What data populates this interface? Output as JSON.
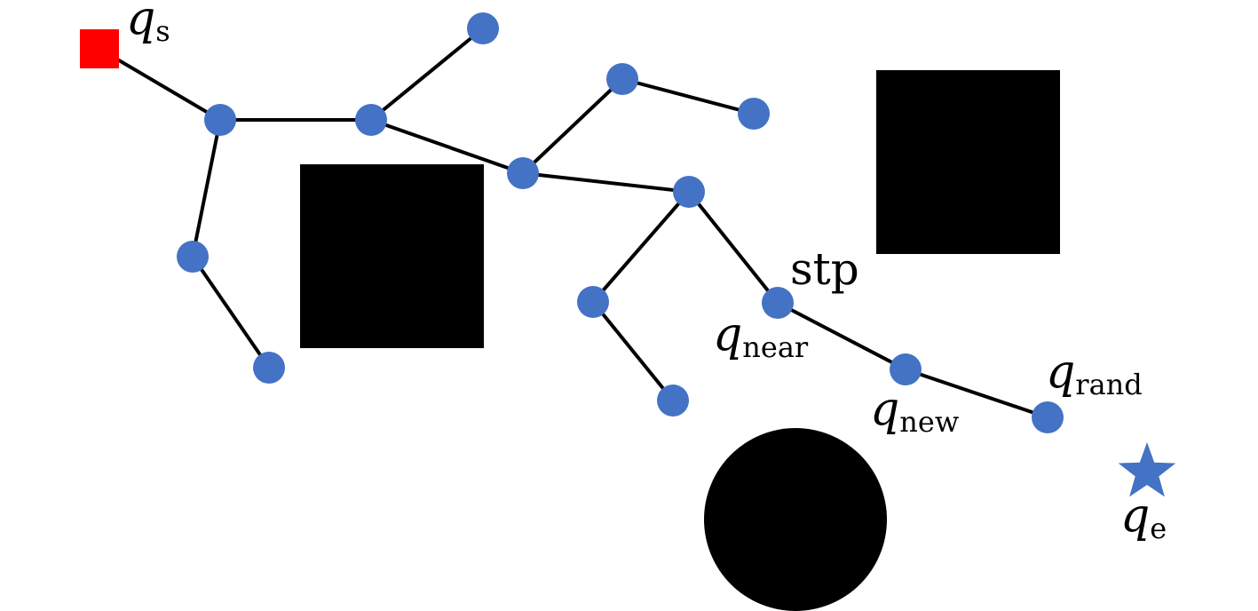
{
  "labels": {
    "start": {
      "main": "q",
      "sub": "s"
    },
    "near": {
      "main": "q",
      "sub": "near"
    },
    "new": {
      "main": "q",
      "sub": "new"
    },
    "rand": {
      "main": "q",
      "sub": "rand"
    },
    "end": {
      "main": "q",
      "sub": "e"
    },
    "step": "stp"
  },
  "colors": {
    "node": "#4472C4",
    "start": "#FF0000",
    "goal": "#4472C4",
    "obstacle": "#000000",
    "edge": "#000000"
  }
}
